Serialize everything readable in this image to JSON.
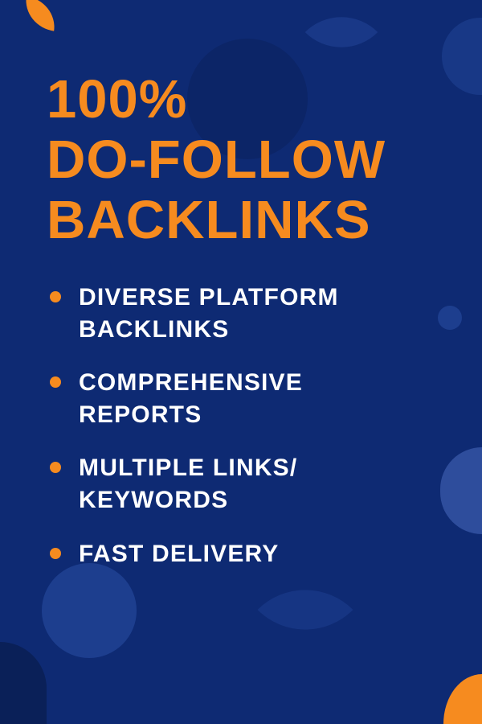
{
  "poster": {
    "headline": "100%\nDO-FOLLOW\nBACKLINKS",
    "bullets": [
      "DIVERSE PLATFORM\nBACKLINKS",
      "COMPREHENSIVE\nREPORTS",
      "MULTIPLE LINKS/\nKEYWORDS",
      "FAST DELIVERY"
    ],
    "colors": {
      "background": "#0e2a73",
      "accent": "#f68b1f",
      "text": "#ffffff",
      "shape_light": "#1d3e8e",
      "shape_lighter": "#2e4d9c",
      "shape_dark": "#0a2058"
    }
  }
}
